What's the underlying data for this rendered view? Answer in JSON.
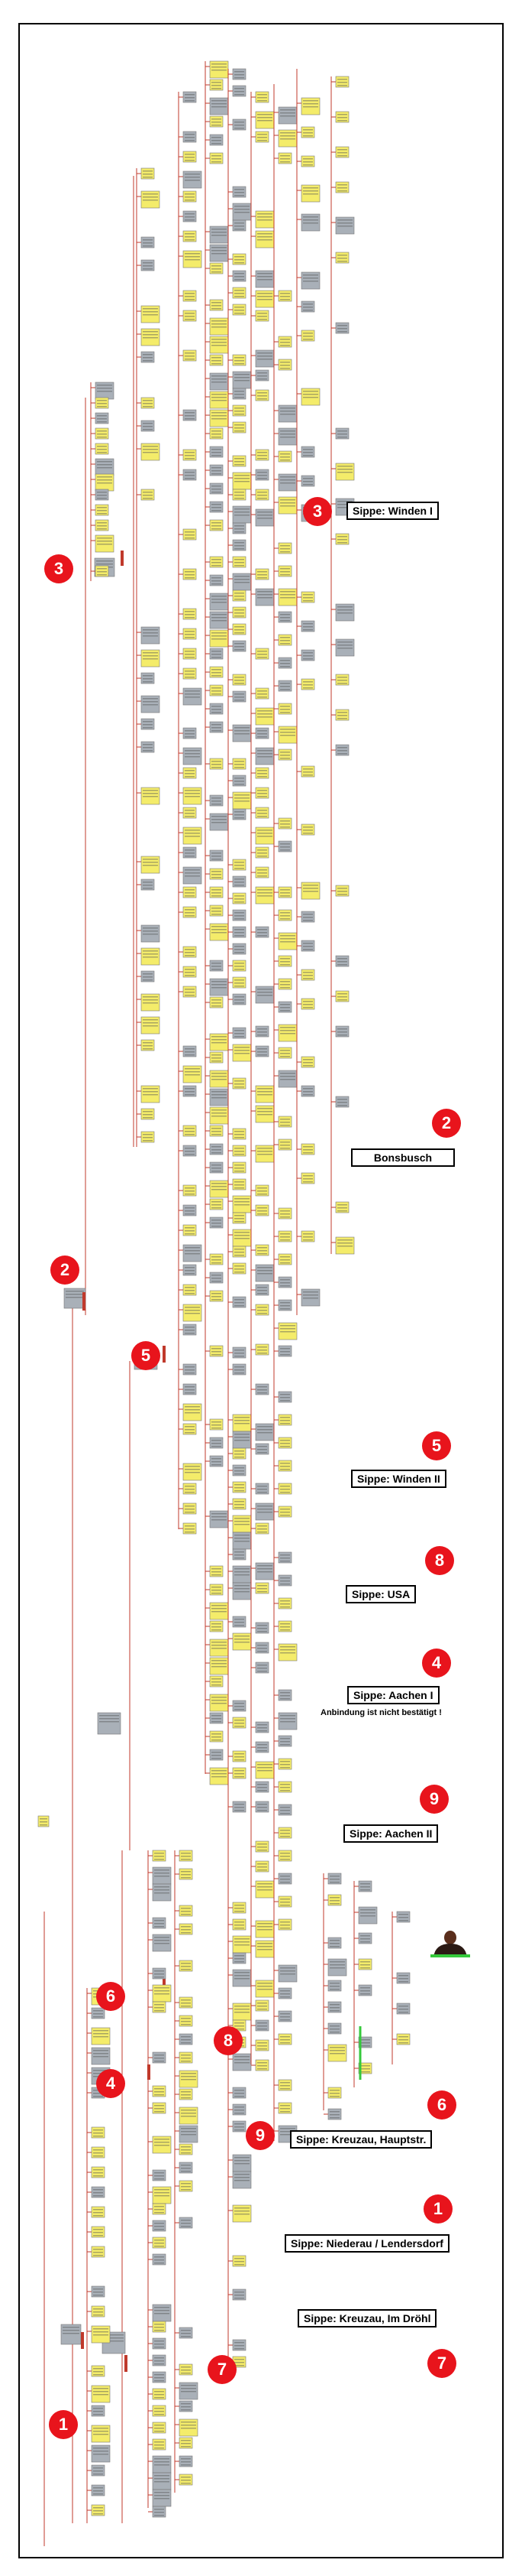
{
  "groups": [
    {
      "number": "1",
      "label": "Sippe: Niederau / Lendersdorf"
    },
    {
      "number": "2",
      "label": "Bonsbusch"
    },
    {
      "number": "3",
      "label": "Sippe: Winden I"
    },
    {
      "number": "4",
      "label": "Sippe:  Aachen I",
      "note": "Anbindung ist nicht bestätigt !"
    },
    {
      "number": "5",
      "label": "Sippe: Winden II"
    },
    {
      "number": "6",
      "label": "Sippe: Kreuzau, Hauptstr."
    },
    {
      "number": "7",
      "label": "Sippe: Kreuzau, Im Dröhl"
    },
    {
      "number": "8",
      "label": "Sippe:    USA"
    },
    {
      "number": "9",
      "label": "Sippe: Aachen II"
    }
  ],
  "colors": {
    "badge": "#e8141c",
    "connector": "#c0392b",
    "box_yellow": "#f4ec6a",
    "box_gray": "#a9b0b8",
    "highlight_green": "#35c93b"
  },
  "icons": [
    "portrait-photo"
  ]
}
